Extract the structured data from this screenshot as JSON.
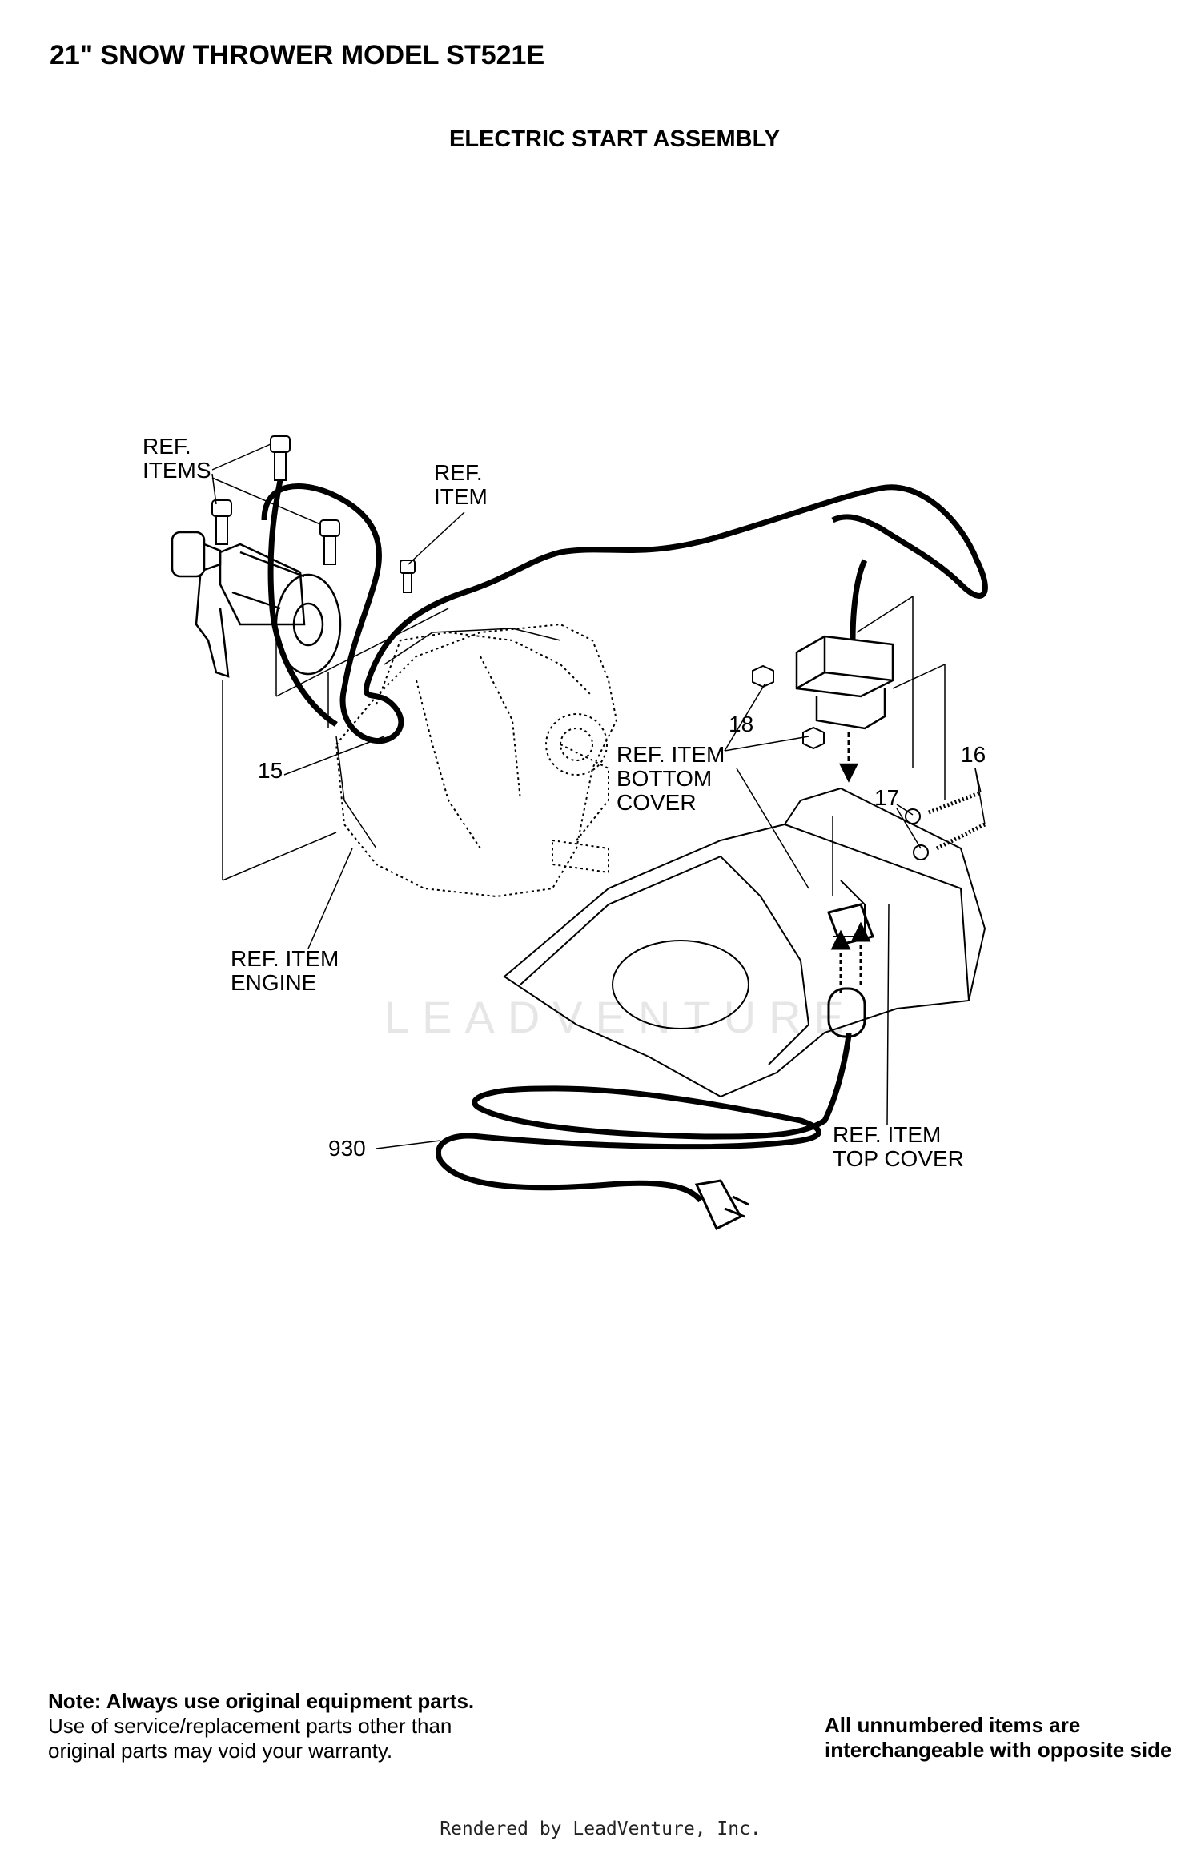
{
  "page_title": "21\" SNOW THROWER MODEL ST521E",
  "section_title": "ELECTRIC START ASSEMBLY",
  "callouts": {
    "ref_items": [
      "REF.",
      "ITEMS"
    ],
    "ref_item": [
      "REF.",
      "ITEM"
    ],
    "part_15": "15",
    "ref_bottom_cover": [
      "REF. ITEM",
      "BOTTOM",
      "COVER"
    ],
    "part_18": "18",
    "part_16": "16",
    "part_17": "17",
    "ref_engine": [
      "REF. ITEM",
      "ENGINE"
    ],
    "part_930": "930",
    "ref_top_cover": [
      "REF. ITEM",
      "TOP COVER"
    ]
  },
  "watermark": "LEADVENTURE",
  "notes": {
    "left_bold": "Note: Always use original equipment parts.",
    "left_regular": "Use of service/replacement parts other than original parts may void your warranty.",
    "right_bold": "All unnumbered items are interchangeable with opposite side"
  },
  "footer": "Rendered by LeadVenture, Inc."
}
